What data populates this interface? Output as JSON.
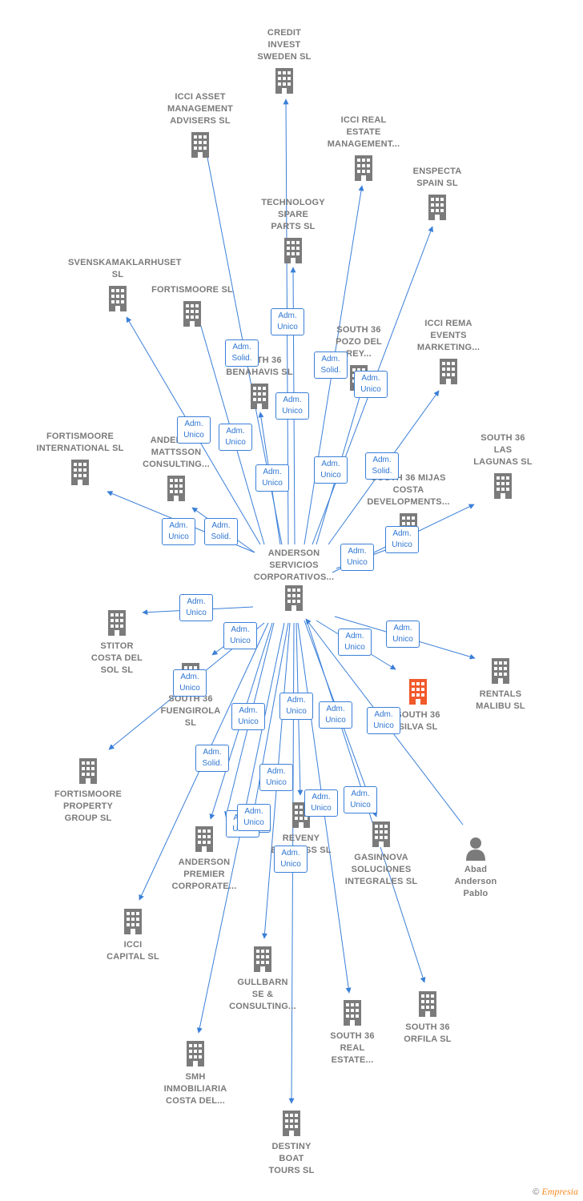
{
  "colors": {
    "edge": "#3a7fd8",
    "building": "#7b7b7b",
    "focus": "#f2592b",
    "person": "#7b7b7b"
  },
  "center": {
    "label": "ANDERSON\nSERVICIOS\nCORPORATIVOS..."
  },
  "nodes": [
    {
      "id": "credit",
      "label": "CREDIT\nINVEST\nSWEDEN  SL",
      "icon": "building-icon"
    },
    {
      "id": "iccia",
      "label": "ICCI ASSET\nMANAGEMENT\nADVISERS  SL",
      "icon": "building-icon"
    },
    {
      "id": "iccire",
      "label": "ICCI REAL\nESTATE\nMANAGEMENT...",
      "icon": "building-icon"
    },
    {
      "id": "enspecta",
      "label": "ENSPECTA\nSPAIN  SL",
      "icon": "building-icon"
    },
    {
      "id": "tech",
      "label": "TECHNOLOGY\nSPARE\nPARTS  SL",
      "icon": "building-icon"
    },
    {
      "id": "svensk",
      "label": "SVENSKAMAKLARHUSET\nSL",
      "icon": "building-icon"
    },
    {
      "id": "fortis",
      "label": "FORTISMOORE SL",
      "icon": "building-icon"
    },
    {
      "id": "pozo",
      "label": "SOUTH 36\nPOZO DEL\nREY...",
      "icon": "building-icon"
    },
    {
      "id": "iccirema",
      "label": "ICCI REMA\nEVENTS\nMARKETING...",
      "icon": "building-icon"
    },
    {
      "id": "benahavis",
      "label": "SOUTH 36\nBENAHAVIS  SL",
      "icon": "building-icon"
    },
    {
      "id": "fortisint",
      "label": "FORTISMOORE\nINTERNATIONAL SL",
      "icon": "building-icon"
    },
    {
      "id": "mattsson",
      "label": "ANDERSON\nMATTSSON\nCONSULTING...",
      "icon": "building-icon"
    },
    {
      "id": "lagunas",
      "label": "SOUTH 36\nLAS\nLAGUNAS  SL",
      "icon": "building-icon"
    },
    {
      "id": "mijas",
      "label": "SOUTH 36 MIJAS\nCOSTA\nDEVELOPMENTS...",
      "icon": "building-icon"
    },
    {
      "id": "stitor",
      "label": "STITOR\nCOSTA DEL\nSOL  SL",
      "icon": "building-icon"
    },
    {
      "id": "rentals",
      "label": "RENTALS\nMALIBU  SL",
      "icon": "building-icon"
    },
    {
      "id": "fuengirola",
      "label": "SOUTH 36\nFUENGIROLA\nSL",
      "icon": "building-icon"
    },
    {
      "id": "silva",
      "label": "SOUTH 36\nSILVA  SL",
      "icon": "building-icon",
      "focus": true
    },
    {
      "id": "fortisprop",
      "label": "FORTISMOORE\nPROPERTY\nGROUP SL",
      "icon": "building-icon"
    },
    {
      "id": "premier",
      "label": "ANDERSON\nPREMIER\nCORPORATE...",
      "icon": "building-icon"
    },
    {
      "id": "reveny",
      "label": "REVENY\nBUSINESS  SL",
      "icon": "building-icon"
    },
    {
      "id": "gasinnova",
      "label": "GASINNOVA\nSOLUCIONES\nINTEGRALES SL",
      "icon": "building-icon"
    },
    {
      "id": "abad",
      "label": "Abad\nAnderson\nPablo",
      "icon": "person-icon"
    },
    {
      "id": "icci",
      "label": "ICCI\nCAPITAL  SL",
      "icon": "building-icon"
    },
    {
      "id": "gullbarn",
      "label": "GULLBARN\nSE &\nCONSULTING...",
      "icon": "building-icon"
    },
    {
      "id": "realestate",
      "label": "SOUTH 36\nREAL\nESTATE...",
      "icon": "building-icon"
    },
    {
      "id": "orfila",
      "label": "SOUTH 36\nORFILA  SL",
      "icon": "building-icon"
    },
    {
      "id": "smh",
      "label": "SMH\nINMOBILIARIA\nCOSTA DEL...",
      "icon": "building-icon"
    },
    {
      "id": "destiny",
      "label": "DESTINY\nBOAT\nTOURS  SL",
      "icon": "building-icon"
    }
  ],
  "badges": [
    {
      "text": "Adm.\nUnico"
    },
    {
      "text": "Adm.\nSolid."
    },
    {
      "text": "Adm.\nUnico"
    },
    {
      "text": "Adm.\nSolid."
    },
    {
      "text": "Adm.\nUnico"
    },
    {
      "text": "Adm.\nUnico"
    },
    {
      "text": "Adm.\nUnico"
    },
    {
      "text": "Adm.\nUnico"
    },
    {
      "text": "Adm.\nUnico"
    },
    {
      "text": "Adm.\nSolid."
    },
    {
      "text": "Adm.\nUnico"
    },
    {
      "text": "Adm.\nSolid."
    },
    {
      "text": "Adm.\nUnico"
    },
    {
      "text": "Adm.\nUnico"
    },
    {
      "text": "Adm.\nUnico"
    },
    {
      "text": "Adm.\nUnico"
    },
    {
      "text": "Adm.\nUnico"
    },
    {
      "text": "Adm.\nUnico"
    },
    {
      "text": "Adm.\nUnico"
    },
    {
      "text": "Adm.\nUnico"
    },
    {
      "text": "Adm.\nUnico"
    },
    {
      "text": "Adm.\nUnico"
    },
    {
      "text": "Adm.\nUnico"
    },
    {
      "text": "Adm.\nSolid."
    },
    {
      "text": "Adm.\nUnico"
    },
    {
      "text": "Adm.\nUnico"
    },
    {
      "text": "Adm.\nUnico"
    },
    {
      "text": "Adm.\nUnico"
    },
    {
      "text": "Adm.\nUnico"
    },
    {
      "text": "Adm.\nUnico"
    },
    {
      "text": "Adm.\nUnico"
    }
  ],
  "footer": {
    "copyright": "©",
    "brand": "Empresia"
  }
}
